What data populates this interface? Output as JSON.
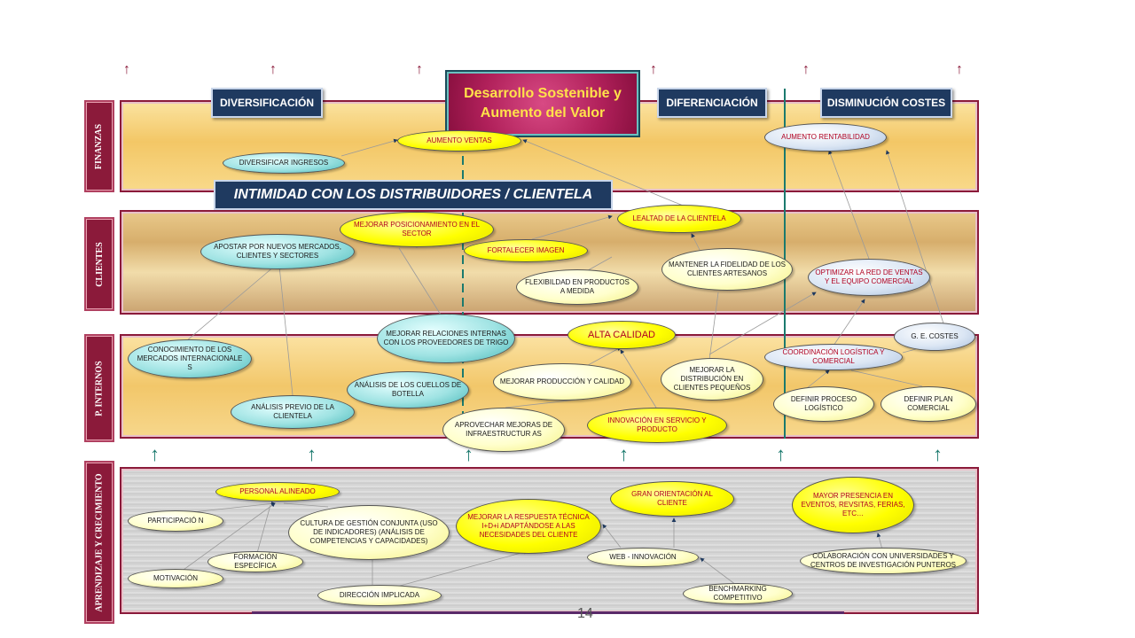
{
  "title": "Desarrollo Sostenible y Aumento del Valor",
  "headers": {
    "diversificacion": "DIVERSIFICACIÓN",
    "diferenciacion": "DIFERENCIACIÓN",
    "disminucion": "DISMINUCIÓN COSTES"
  },
  "intimidad": "INTIMIDAD CON LOS DISTRIBUIDORES / CLIENTELA",
  "perspectives": {
    "finanzas": "FINANZAS",
    "clientes": "CLIENTES",
    "procesos": "P. INTERNOS",
    "aprendizaje": "APRENDIZAJE Y CRECIMIENTO"
  },
  "nodes": {
    "aumento_ventas": "AUMENTO VENTAS",
    "diversificar_ingresos": "DIVERSIFICAR INGRESOS",
    "aumento_rentabilidad": "AUMENTO RENTABILIDAD",
    "mejorar_posicionamiento": "MEJORAR POSICIONAMIENTO EN EL SECTOR",
    "lealtad": "LEALTAD DE LA CLIENTELA",
    "apostar": "APOSTAR POR NUEVOS MERCADOS, CLIENTES Y SECTORES",
    "fortalecer": "FORTALECER IMAGEN",
    "flexibilidad": "FLEXIBILDAD EN PRODUCTOS A MEDIDA",
    "mantener": "MANTENER LA FIDELIDAD DE LOS CLIENTES ARTESANOS",
    "optimizar": "OPTIMIZAR LA RED DE VENTAS Y EL EQUIPO COMERCIAL",
    "mejorar_relaciones": "MEJORAR RELACIONES INTERNAS CON LOS PROVEEDORES DE TRIGO",
    "alta_calidad": "ALTA CALIDAD",
    "ge_costes": "G. E. COSTES",
    "conocimiento": "CONOCIMIENTO DE LOS MERCADOS INTERNACIONALE S",
    "coordinacion": "COORDINACIÓN LOGÍSTICA Y COMERCIAL",
    "cuellos": "ANÁLISIS DE LOS CUELLOS DE BOTELLA",
    "mejorar_produccion": "MEJORAR PRODUCCIÓN Y CALIDAD",
    "mejorar_distribucion": "MEJORAR LA DISTRIBUCIÓN EN CLIENTES PEQUEÑOS",
    "analisis_previo": "ANÁLISIS PREVIO DE LA CLIENTELA",
    "definir_proceso": "DEFINIR PROCESO LOGÍSTICO",
    "definir_plan": "DEFINIR PLAN COMERCIAL",
    "aprovechar": "APROVECHAR MEJORAS DE INFRAESTRUCTUR AS",
    "innovacion": "INNOVACIÓN EN SERVICIO Y PRODUCTO",
    "personal": "PERSONAL ALINEADO",
    "gran_orientacion": "GRAN ORIENTACIÓN AL CLIENTE",
    "mayor_presencia": "MAYOR PRESENCIA EN EVENTOS, REVSITAS, FERIAS, ETC…",
    "participacion": "PARTICIPACIÓ N",
    "cultura": "CULTURA DE GESTIÓN CONJUNTA (USO DE INDICADORES) (ANÁLISIS DE COMPETENCIAS Y CAPACIDADES)",
    "mejorar_respuesta": "MEJORAR LA RESPUESTA TÉCNICA I+D+i ADAPTÁNDOSE A LAS NECESIDADES DEL CLIENTE",
    "web": "WEB - INNOVACIÓN",
    "formacion": "FORMACIÓN ESPECÍFICA",
    "colaboracion": "COLABORACIÓN CON UNIVERSIDADES Y CENTROS DE INVESTIGACIÓN PUNTEROS",
    "motivacion": "MOTIVACIÓN",
    "direccion": "DIRECCIÓN IMPLICADA",
    "benchmarking": "BENCHMARKING COMPETITIVO"
  },
  "page_number": "14"
}
